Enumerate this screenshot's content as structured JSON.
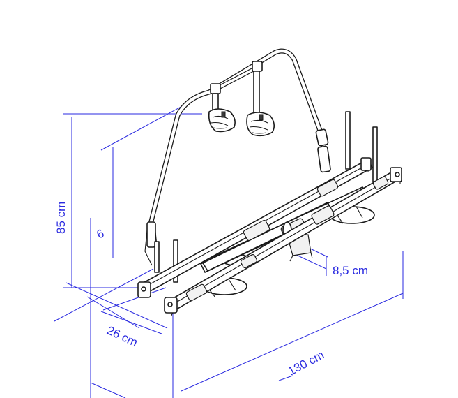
{
  "diagram": {
    "colors": {
      "dimension": "#2a2ae0",
      "drawing": "#1a1a1a",
      "background": "#ffffff"
    },
    "dimensions": {
      "height_total": "85 cm",
      "offset": "6",
      "depth": "26 cm",
      "clearance": "8,5 cm",
      "width": "130 cm"
    }
  }
}
